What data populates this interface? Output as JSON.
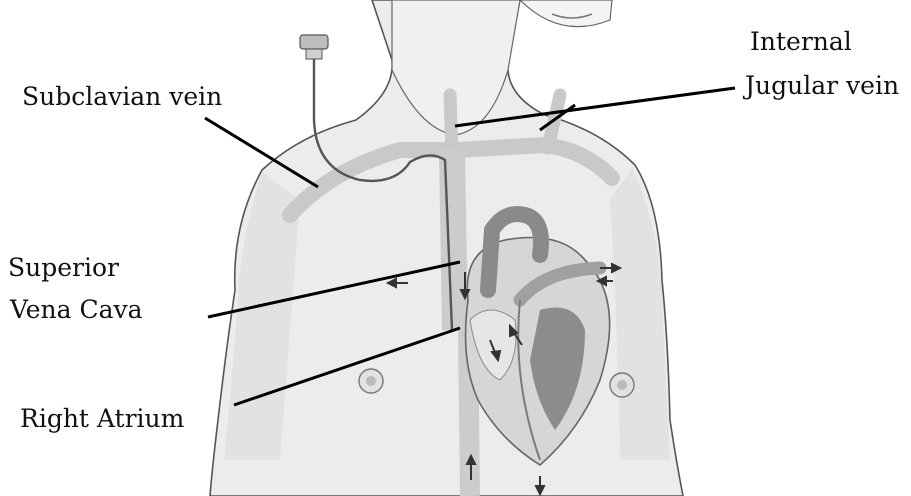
{
  "labels": {
    "subclavian": "Subclavian vein",
    "internal": "Internal",
    "jugular": "Jugular vein",
    "superior": "Superior",
    "vena_cava": "Vena Cava",
    "right_atrium": "Right Atrium"
  },
  "colors": {
    "skin_outline": "#555555",
    "skin_shade": "#e6e6e6",
    "vessel": "#cfcfcf",
    "heart_light": "#d4d4d4",
    "heart_dark": "#8c8c8c",
    "leader_line": "#000000",
    "arrow": "#333333"
  }
}
